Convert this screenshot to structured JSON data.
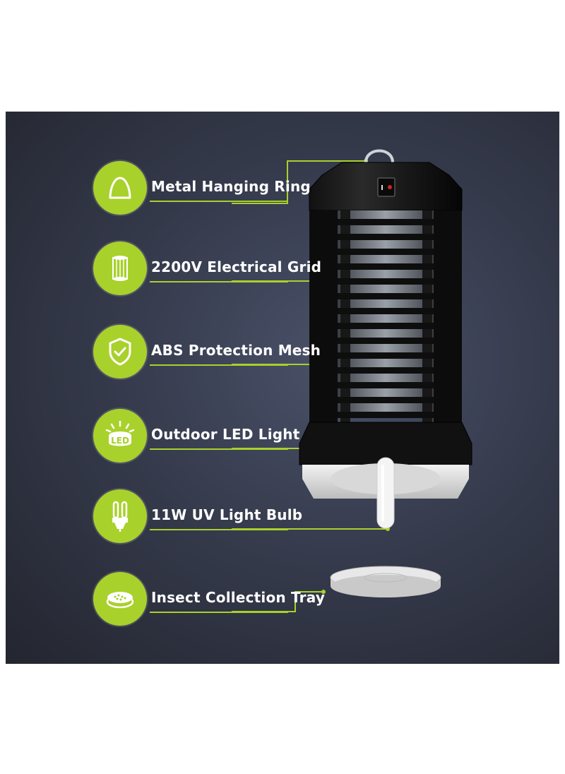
{
  "features": [
    {
      "label": "Metal Hanging Ring",
      "icon": "bell-ring-icon"
    },
    {
      "label": "2200V Electrical Grid",
      "icon": "grid-cylinder-icon"
    },
    {
      "label": "ABS Protection Mesh",
      "icon": "shield-check-icon"
    },
    {
      "label": "Outdoor LED Light",
      "icon": "led-light-icon"
    },
    {
      "label": "11W UV Light Bulb",
      "icon": "uv-bulb-icon"
    },
    {
      "label": "Insect Collection Tray",
      "icon": "tray-icon"
    }
  ],
  "icon_badges": {
    "led_text": "LED"
  },
  "colors": {
    "accent": "#a8d12b",
    "background": "#2f3443",
    "text": "#ffffff"
  }
}
